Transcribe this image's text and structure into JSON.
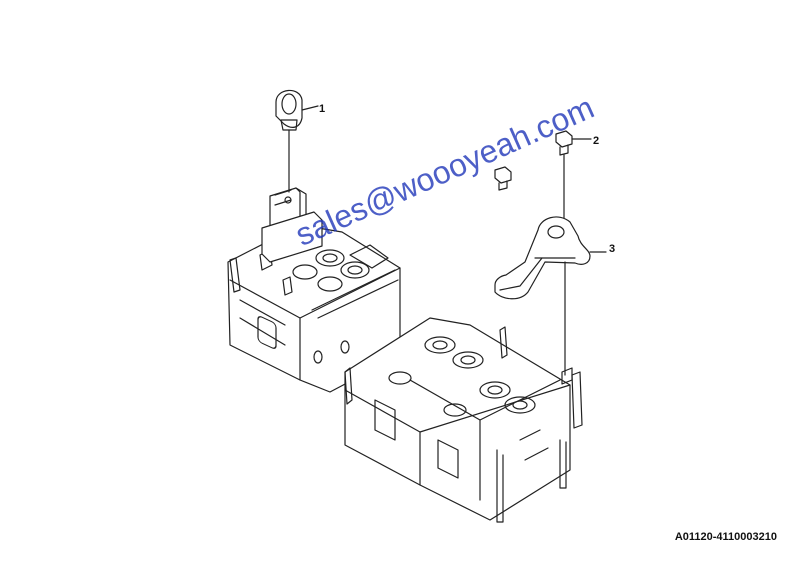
{
  "callouts": [
    {
      "number": "1"
    },
    {
      "number": "2"
    },
    {
      "number": "3"
    }
  ],
  "drawing_id": "A01120-4110003210",
  "watermark": "sales@woooyeah.com",
  "colors": {
    "line": "#222222",
    "watermark": "#1c33b8",
    "background": "#ffffff"
  }
}
